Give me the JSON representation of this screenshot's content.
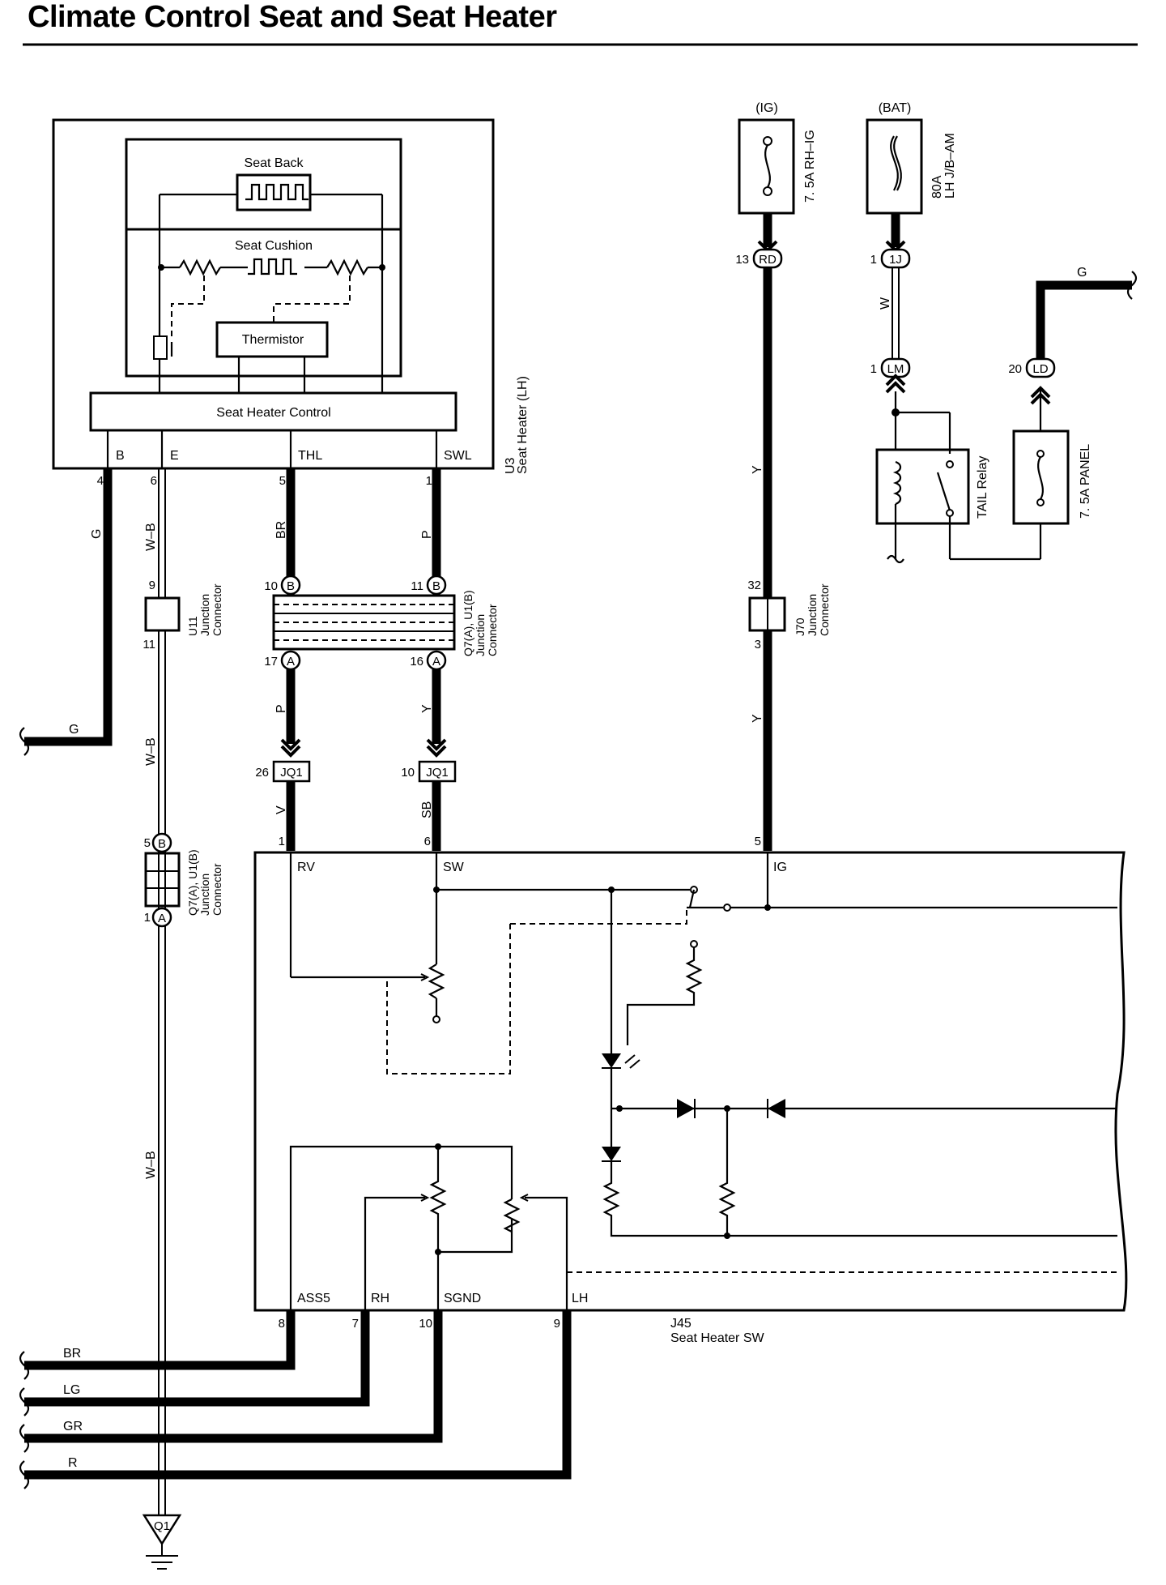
{
  "title": "Climate Control Seat and Seat Heater",
  "seat_heater": {
    "seat_back": "Seat Back",
    "seat_cushion": "Seat Cushion",
    "thermistor": "Thermistor",
    "control": "Seat Heater Control",
    "terminals": [
      "B",
      "E",
      "THL",
      "SWL"
    ],
    "pins": [
      "4",
      "6",
      "5",
      "1"
    ],
    "code": "U3",
    "name": "Seat Heater (LH)"
  },
  "fuses": {
    "ig_label": "(IG)",
    "ig_name": "7. 5A RH–IG",
    "bat_label": "(BAT)",
    "bat_amp": "80A",
    "bat_name": "LH J/B–AM",
    "panel_name": "7. 5A PANEL"
  },
  "relay": {
    "name": "TAIL Relay"
  },
  "connectors": {
    "rd_pin": "13",
    "rd": "RD",
    "onej_pin": "1",
    "onej": "1J",
    "lm_pin": "1",
    "lm": "LM",
    "ld_pin": "20",
    "ld": "LD",
    "u11_top": "9",
    "u11_bot": "11",
    "u11_code": "U11",
    "u11_name": "Junction\nConnector",
    "q7_b10": "10",
    "q7_b11": "11",
    "q7_a17": "17",
    "q7_a16": "16",
    "q7_code": "Q7(A), U1(B)",
    "q7_name": "Junction\nConnector",
    "j70_top": "32",
    "j70_bot": "3",
    "j70_code": "J70",
    "j70_name": "Junction\nConnector",
    "jq1_a_pin": "26",
    "jq1_b_pin": "10",
    "jq1": "JQ1",
    "q7b_pin5": "5",
    "q7b_pin1": "1",
    "q7b_code": "Q7(A), U1(B)",
    "q7b_name": "Junction\nConnector",
    "letter_a": "A",
    "letter_b": "B",
    "ground": "Q1"
  },
  "wires": {
    "g": "G",
    "wb": "W–B",
    "br": "BR",
    "p": "P",
    "y": "Y",
    "w": "W",
    "v": "V",
    "sb": "SB",
    "lg": "LG",
    "gr": "GR",
    "r": "R"
  },
  "switch": {
    "code": "J45",
    "name": "Seat Heater SW",
    "top_terms": [
      "RV",
      "SW",
      "IG"
    ],
    "top_pins": [
      "1",
      "6",
      "5"
    ],
    "bot_terms": [
      "ASS5",
      "RH",
      "SGND",
      "LH"
    ],
    "bot_pins": [
      "8",
      "7",
      "10",
      "9"
    ]
  }
}
